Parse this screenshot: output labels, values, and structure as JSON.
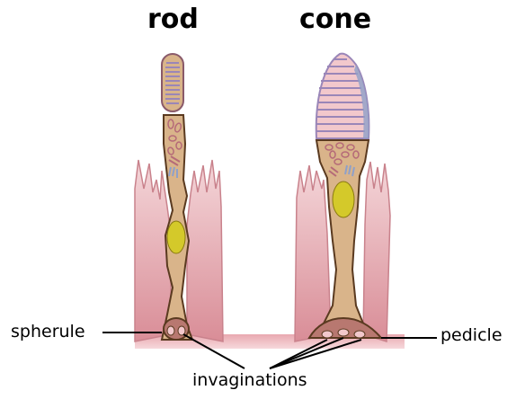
{
  "diagram": {
    "titles": {
      "rod": "rod",
      "cone": "cone"
    },
    "labels": {
      "spherule": "spherule",
      "pedicle": "pedicle",
      "invaginations": "invaginations"
    },
    "colors": {
      "cell_body": "#d9b48a",
      "cell_outline": "#5a3a20",
      "nucleus": "#d4c92a",
      "membrane_pink": "#c9828c",
      "membrane_light": "#f2c8cc",
      "disc_purple": "#9a86b8",
      "disc_blue": "#8fa0c8"
    }
  }
}
